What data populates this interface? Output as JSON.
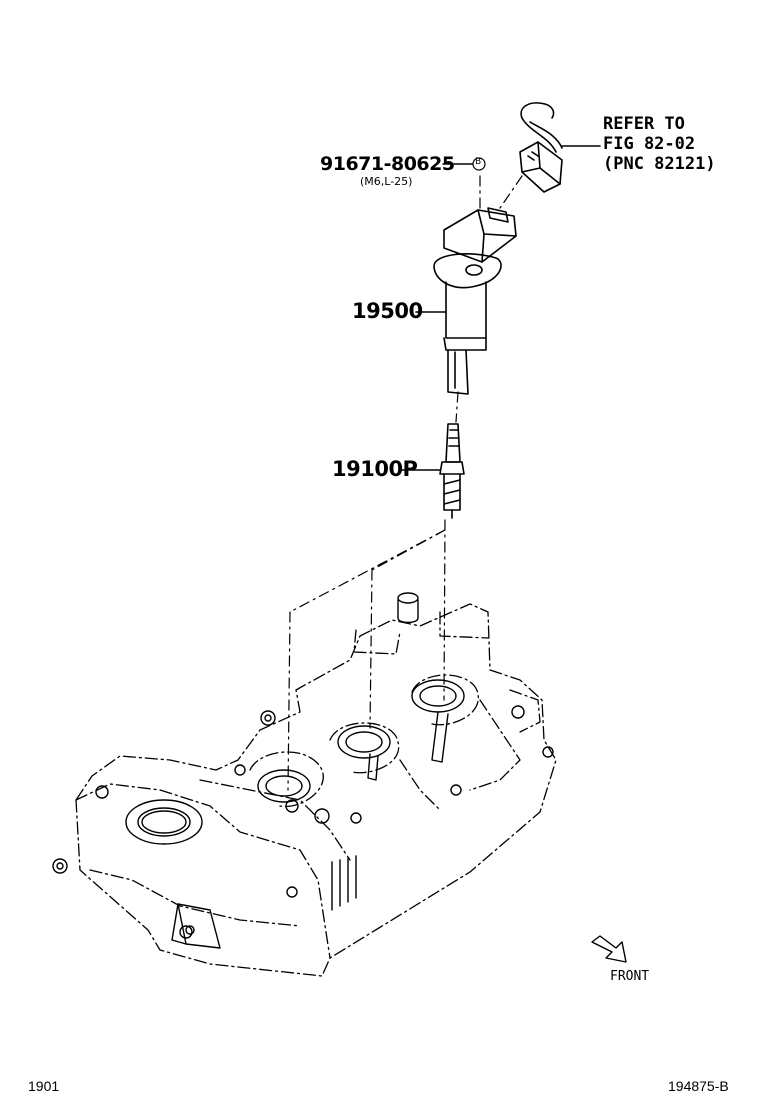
{
  "callouts": {
    "bolt_number": "91671-80625",
    "bolt_spec": "(M6,L-25)",
    "bolt_marker": "B",
    "coil_number": "19500",
    "plug_number": "19100P",
    "refer_line1": "REFER TO",
    "refer_line2": "FIG 82-02",
    "refer_line3": "(PNC 82121)",
    "front_label": "FRONT"
  },
  "footer": {
    "left_code": "1901",
    "right_code": "194875-B"
  }
}
